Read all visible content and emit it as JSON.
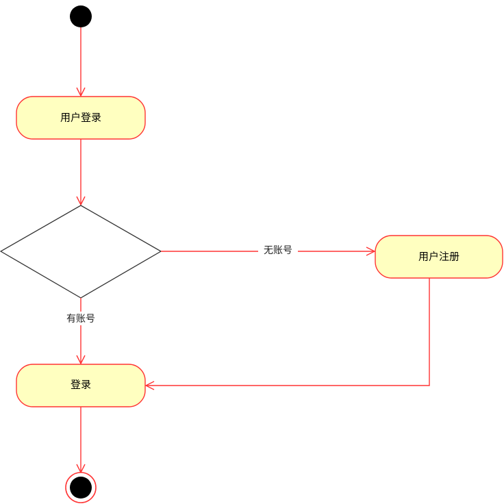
{
  "colors": {
    "line": "#ff3333",
    "node_fill": "#ffffc0",
    "node_stroke": "#ff3333",
    "decision_stroke": "#333333",
    "dot_fill": "#000000"
  },
  "nodes": {
    "login_user": "用户登录",
    "register": "用户注册",
    "login": "登录"
  },
  "edges": {
    "no_account": "无账号",
    "has_account": "有账号"
  }
}
